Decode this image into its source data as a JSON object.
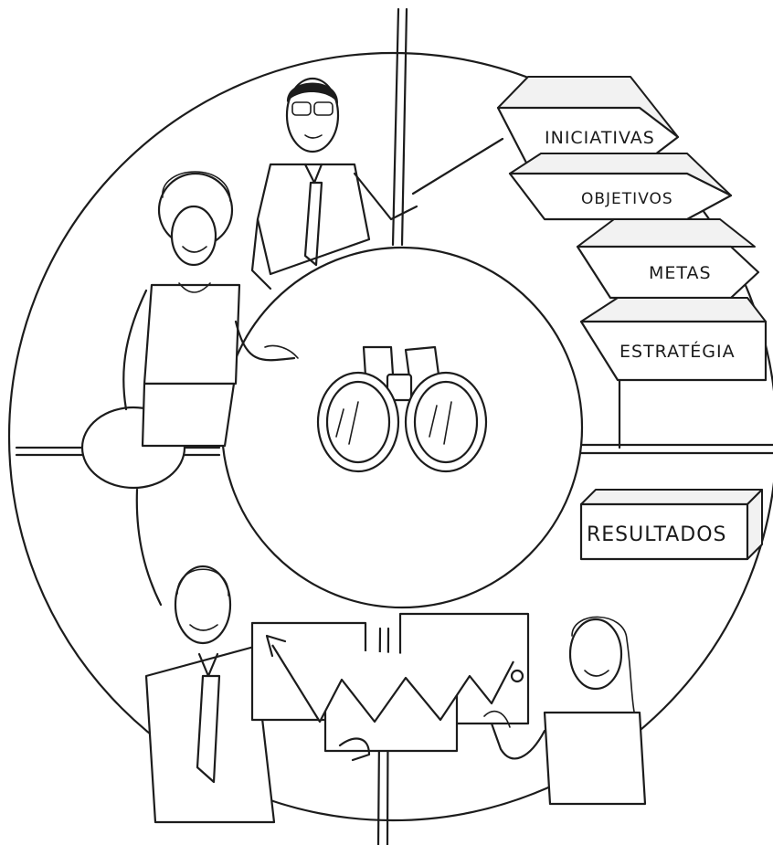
{
  "diagram": {
    "steps": [
      {
        "label": "INICIATIVAS"
      },
      {
        "label": "OBJETIVOS"
      },
      {
        "label": "METAS"
      },
      {
        "label": "ESTRATÉGIA"
      }
    ],
    "result_label": "RESULTADOS",
    "center_icon": "binoculars-icon",
    "colors": {
      "ink": "#1c1c1c",
      "paper": "#ffffff"
    }
  }
}
